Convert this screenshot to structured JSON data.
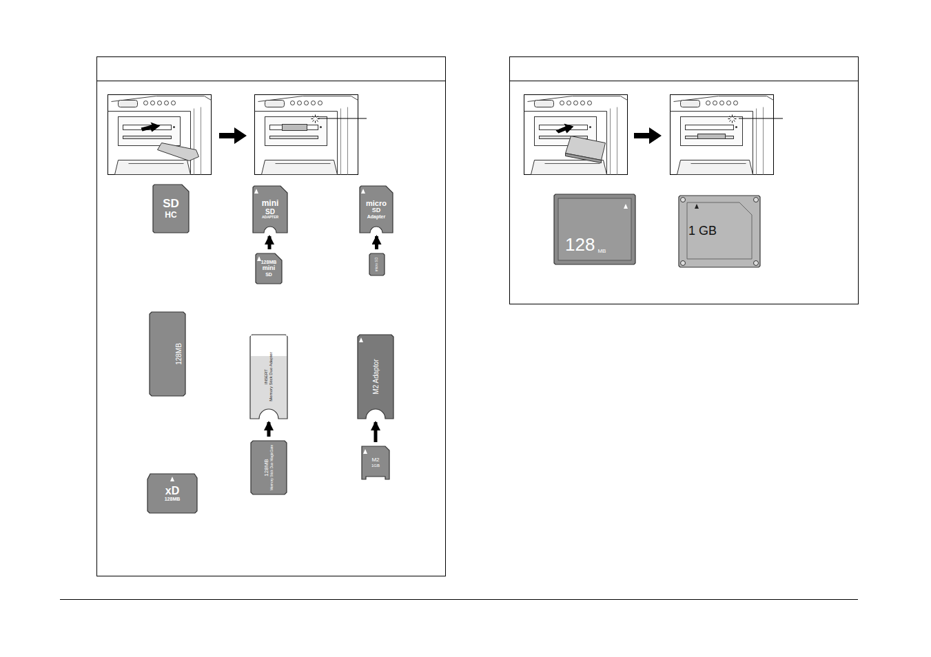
{
  "diagram": {
    "nodes": [
      {
        "text": [
          "SD",
          "HC"
        ]
      },
      {
        "text": [
          "mini",
          "SD",
          "ADAPTER"
        ]
      },
      {
        "text": [
          "128MB",
          "mini",
          "SD"
        ]
      },
      {
        "text": [
          "micro",
          "SD",
          "Adapter"
        ]
      },
      {
        "text": [
          "micro SD"
        ]
      },
      {
        "text": [
          "128MB"
        ]
      },
      {
        "text": [
          "INSERT",
          "Memory Stick Duo Adapter"
        ]
      },
      {
        "text": [
          "128MB",
          "Memory Stick Duo MagicGate"
        ]
      },
      {
        "text": [
          "M2 Adaptor"
        ]
      },
      {
        "text": [
          "M2",
          "1GB"
        ]
      },
      {
        "text": [
          "xD",
          "128MB"
        ]
      },
      {
        "text": [
          "128",
          "MB"
        ]
      },
      {
        "text": [
          "1 GB"
        ]
      }
    ],
    "edges": [
      {
        "from": 2,
        "to": 1,
        "arrow": "to"
      },
      {
        "from": 4,
        "to": 3,
        "arrow": "to"
      },
      {
        "from": 7,
        "to": 6,
        "arrow": "to"
      },
      {
        "from": 9,
        "to": 8,
        "arrow": "to"
      }
    ]
  }
}
